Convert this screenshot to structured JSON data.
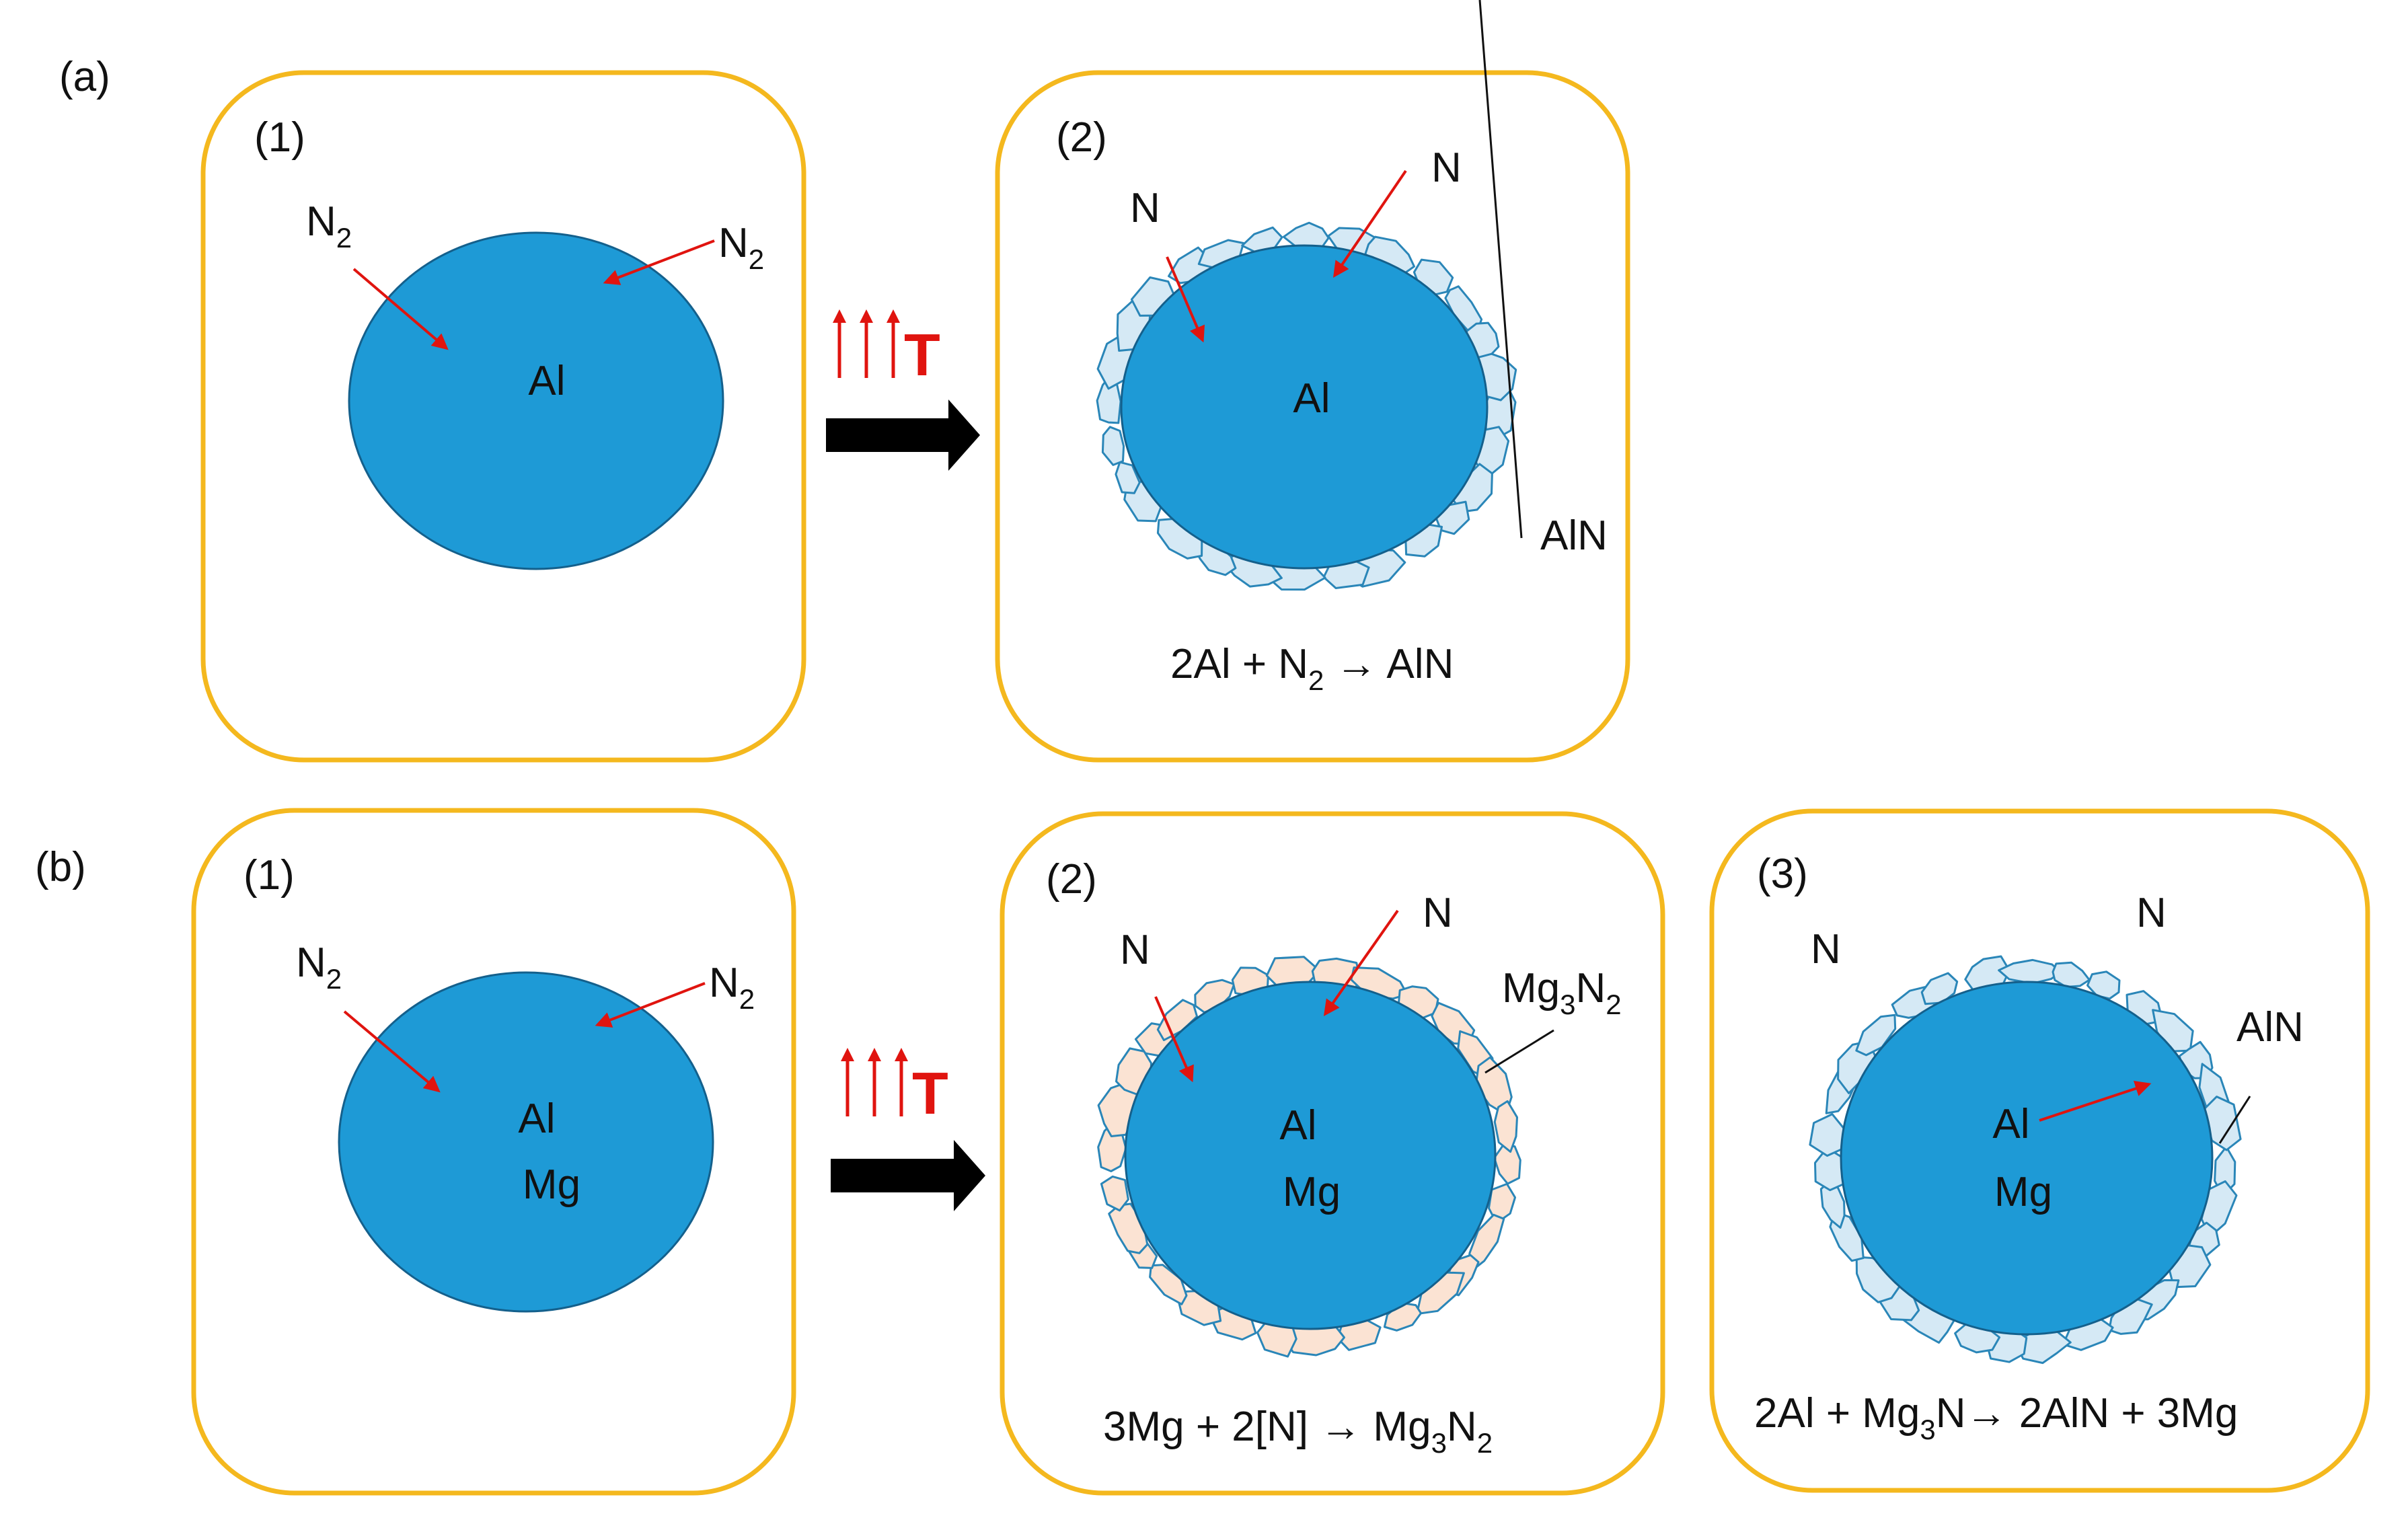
{
  "colors": {
    "panel_border": "#F4B81E",
    "sphere_fill": "#1E9AD6",
    "sphere_stroke": "#14608C",
    "aln_grain_fill": "#D5E9F5",
    "mg3n2_grain_fill": "#FBE3D3",
    "grain_stroke": "#2A86B8",
    "arrow_red": "#E0140F",
    "arrow_black": "#000000"
  },
  "row_a": {
    "label": "(a)",
    "panel1": {
      "number": "(1)",
      "n2_left": {
        "base": "N",
        "sub": "2"
      },
      "n2_right": {
        "base": "N",
        "sub": "2"
      },
      "core": "Al"
    },
    "heat": {
      "label": "T",
      "icon": "triple-up-arrow-icon"
    },
    "panel2": {
      "number": "(2)",
      "n_left": "N",
      "n_right": "N",
      "core": "Al",
      "shell_label": "AlN",
      "equation": {
        "pre": "2Al + N",
        "sub": "2",
        "post": " → AlN"
      }
    }
  },
  "row_b": {
    "label": "(b)",
    "panel1": {
      "number": "(1)",
      "n2_left": {
        "base": "N",
        "sub": "2"
      },
      "n2_right": {
        "base": "N",
        "sub": "2"
      },
      "core_line1": "Al",
      "core_line2": "Mg"
    },
    "heat": {
      "label": "T",
      "icon": "triple-up-arrow-icon"
    },
    "panel2": {
      "number": "(2)",
      "n_left": "N",
      "n_right": "N",
      "core_line1": "Al",
      "core_line2": "Mg",
      "shell_label": {
        "p1": "Mg",
        "s1": "3",
        "p2": "N",
        "s2": "2"
      },
      "equation": {
        "pre": "3Mg + 2[N] → Mg",
        "sub1": "3",
        "mid": "N",
        "sub2": "2"
      }
    },
    "panel3": {
      "number": "(3)",
      "n_left": "N",
      "n_right": "N",
      "core_line1": "Al",
      "core_line2": "Mg",
      "shell_label": "AlN",
      "equation": {
        "pre": "2Al + Mg",
        "sub": "3",
        "post": "N→ 2AlN + 3Mg"
      }
    }
  }
}
